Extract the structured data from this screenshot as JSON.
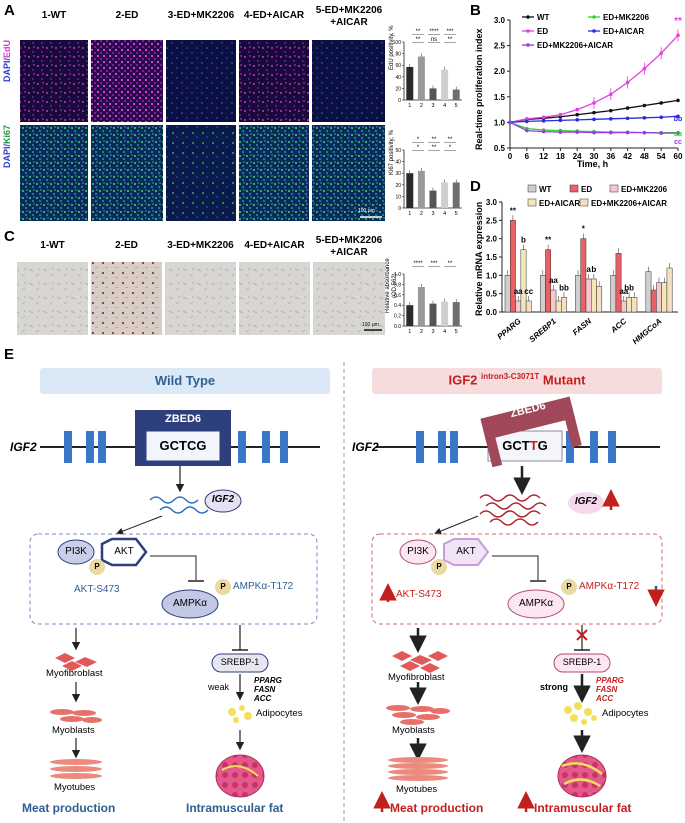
{
  "panels": {
    "A": "A",
    "B": "B",
    "C": "C",
    "D": "D",
    "E": "E"
  },
  "panelA": {
    "columns": [
      "1-WT",
      "2-ED",
      "3-ED+MK2206",
      "4-ED+AICAR",
      "5-ED+MK2206"
    ],
    "col5_line2": "+AICAR",
    "row_labels": {
      "edu_dapi": "DAPI/",
      "edu": "EdU",
      "ki_dapi": "DAPI/",
      "ki": "Ki67"
    },
    "scale_bar": "100 μm",
    "edu_ylabel": "EdU positivity, %",
    "ki_ylabel": "Ki67 positivity, %"
  },
  "panelC": {
    "columns": [
      "1-WT",
      "2-ED",
      "3-ED+MK2206",
      "4-ED+AICAR",
      "5-ED+MK2206"
    ],
    "col5_line2": "+AICAR",
    "scale_bar": "100 μm",
    "ylabel_1": "Relative absorbance",
    "ylabel_2": "(OD 562)"
  },
  "bar_charts": [
    {
      "id": "edu",
      "type": "bar",
      "categories": [
        "1",
        "2",
        "3",
        "4",
        "5"
      ],
      "values": [
        57,
        75,
        20,
        52,
        18
      ],
      "yticks": [
        "0",
        "20",
        "40",
        "60",
        "80",
        "100"
      ],
      "ylim": [
        0,
        100
      ],
      "sig": [
        "**",
        "****",
        "***",
        "**",
        "ns",
        "**"
      ]
    },
    {
      "id": "ki67",
      "type": "bar",
      "categories": [
        "1",
        "2",
        "3",
        "4",
        "5"
      ],
      "values": [
        30,
        32,
        15,
        22,
        22
      ],
      "yticks": [
        "0",
        "10",
        "20",
        "30",
        "40",
        "50"
      ],
      "ylim": [
        0,
        50
      ],
      "sig": [
        "*",
        "**",
        "**",
        "*",
        "**",
        "*"
      ]
    },
    {
      "id": "od",
      "type": "bar",
      "categories": [
        "1",
        "2",
        "3",
        "4",
        "5"
      ],
      "values": [
        0.4,
        0.75,
        0.43,
        0.47,
        0.46
      ],
      "yticks": [
        "0.0",
        "0.2",
        "0.4",
        "0.6",
        "0.8",
        "1.0"
      ],
      "ylim": [
        0,
        1.0
      ],
      "sig": [
        "****",
        "***",
        "**"
      ]
    }
  ],
  "chart_data": {
    "type": "line",
    "xlabel": "Time, h",
    "ylabel": "Real-time proliferation index",
    "x": [
      0,
      6,
      12,
      18,
      24,
      30,
      36,
      42,
      48,
      54,
      60
    ],
    "xticks": [
      "0",
      "6",
      "12",
      "18",
      "24",
      "30",
      "36",
      "42",
      "48",
      "54",
      "60"
    ],
    "yticks": [
      "0.5",
      "1.0",
      "1.5",
      "2.0",
      "2.5",
      "3.0"
    ],
    "ylim": [
      0.5,
      3.0
    ],
    "series": [
      {
        "name": "WT",
        "color": "#111111",
        "values": [
          1.0,
          1.06,
          1.08,
          1.11,
          1.15,
          1.19,
          1.23,
          1.28,
          1.33,
          1.38,
          1.43
        ]
      },
      {
        "name": "ED",
        "color": "#e43fe4",
        "values": [
          1.0,
          1.07,
          1.1,
          1.15,
          1.25,
          1.38,
          1.55,
          1.78,
          2.05,
          2.35,
          2.7
        ]
      },
      {
        "name": "ED+MK2206",
        "color": "#33d233",
        "values": [
          1.0,
          0.88,
          0.85,
          0.84,
          0.83,
          0.82,
          0.81,
          0.81,
          0.8,
          0.8,
          0.8
        ]
      },
      {
        "name": "ED+AICAR",
        "color": "#2a2ae0",
        "values": [
          1.0,
          1.02,
          1.03,
          1.04,
          1.05,
          1.06,
          1.07,
          1.08,
          1.09,
          1.1,
          1.12
        ]
      },
      {
        "name": "ED+MK2206+AICAR",
        "color": "#9b3be6",
        "values": [
          1.0,
          0.84,
          0.82,
          0.81,
          0.81,
          0.8,
          0.8,
          0.8,
          0.8,
          0.79,
          0.79
        ]
      }
    ],
    "annotations": [
      "**",
      "bb",
      "aa",
      "cc"
    ]
  },
  "panelD": {
    "type": "bar",
    "ylabel": "Relative mRNA expression",
    "yticks": [
      "0.0",
      "0.5",
      "1.0",
      "1.5",
      "2.0",
      "2.5",
      "3.0"
    ],
    "ylim": [
      0,
      3.0
    ],
    "categories": [
      "PPARG",
      "SREBP1",
      "FASN",
      "ACC",
      "HMGCoA"
    ],
    "series": [
      {
        "name": "WT",
        "color": "#cfcfcf",
        "values": [
          1.0,
          1.0,
          1.0,
          1.0,
          1.1
        ]
      },
      {
        "name": "ED",
        "color": "#ea6065",
        "values": [
          2.5,
          1.7,
          2.0,
          1.6,
          0.6
        ]
      },
      {
        "name": "ED+MK2206",
        "color": "#f4c9d0",
        "values": [
          0.3,
          0.6,
          0.9,
          0.3,
          0.8
        ]
      },
      {
        "name": "ED+AICAR",
        "color": "#f3e7b8",
        "values": [
          1.7,
          0.3,
          0.9,
          0.4,
          0.8
        ]
      },
      {
        "name": "ED+MK2206+AICAR",
        "color": "#f7dfc1",
        "values": [
          0.3,
          0.4,
          0.7,
          0.4,
          1.2
        ]
      }
    ],
    "marks": [
      "**",
      "b",
      "aa",
      "cc",
      "**",
      "aa",
      "bb",
      "*",
      "a",
      "b",
      "bb",
      "aa"
    ]
  },
  "panelE": {
    "left_title": "Wild Type",
    "right_title": "IGF2",
    "right_sup": "intron3-C3071T",
    "right_suffix": " Mutant",
    "gene": "IGF2",
    "zbed6": "ZBED6",
    "seq_wt": "GCTCG",
    "seq_mut_a": "GCT",
    "seq_mut_b": "T",
    "seq_mut_c": "G",
    "igf2_protein": "IGF2",
    "pi3k": "PI3K",
    "akt": "AKT",
    "p": "P",
    "akt_site": "AKT-S473",
    "ampk": "AMPKα",
    "ampk_site": "AMPKα-T172",
    "srebp": "SREBP-1",
    "weak": "weak",
    "strong": "strong",
    "targets": [
      "PPARG",
      "FASN",
      "ACC"
    ],
    "myofibroblast": "Myofibroblast",
    "myoblasts": "Myoblasts",
    "myotubes": "Myotubes",
    "adipocytes": "Adipocytes",
    "meat": "Meat production",
    "fat": "Intramuscular fat"
  },
  "colors": {
    "blue": "#2f5f92",
    "red": "#c41f1f",
    "magenta": "#e43fe4",
    "zbed_wt": "#2e3f7d",
    "zbed_mut": "#a0475a",
    "exon": "#3a78c6"
  }
}
